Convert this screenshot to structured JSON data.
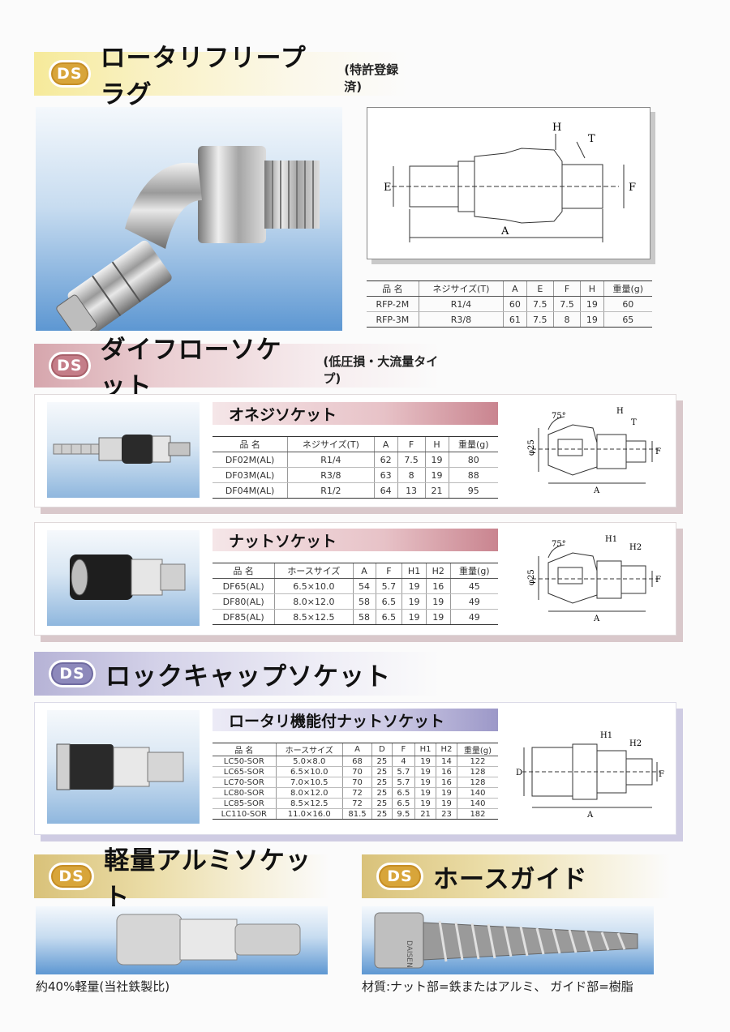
{
  "sections": {
    "rotary_free_plug": {
      "logo": "DS",
      "title": "ロータリフリープラグ",
      "subtitle": "(特許登録済)",
      "drawing_labels": {
        "h": "H",
        "t": "T",
        "e": "E",
        "f": "F",
        "a": "A"
      },
      "table": {
        "headers": [
          "品 名",
          "ネジサイズ(T)",
          "A",
          "E",
          "F",
          "H",
          "重量(g)"
        ],
        "rows": [
          [
            "RFP-2M",
            "R1/4",
            "60",
            "7.5",
            "7.5",
            "19",
            "60"
          ],
          [
            "RFP-3M",
            "R3/8",
            "61",
            "7.5",
            "8",
            "19",
            "65"
          ]
        ]
      }
    },
    "daiflow_socket": {
      "logo": "DS",
      "title": "ダイフローソケット",
      "subtitle": "(低圧損・大流量タイプ)",
      "male_thread": {
        "title": "オネジソケット",
        "drawing_labels": {
          "angle": "75°",
          "h": "H",
          "t": "T",
          "phi": "φ25",
          "f": "F",
          "a": "A"
        },
        "table": {
          "headers": [
            "品 名",
            "ネジサイズ(T)",
            "A",
            "F",
            "H",
            "重量(g)"
          ],
          "rows": [
            [
              "DF02M(AL)",
              "R1/4",
              "62",
              "7.5",
              "19",
              "80"
            ],
            [
              "DF03M(AL)",
              "R3/8",
              "63",
              "8",
              "19",
              "88"
            ],
            [
              "DF04M(AL)",
              "R1/2",
              "64",
              "13",
              "21",
              "95"
            ]
          ]
        }
      },
      "nut_socket": {
        "title": "ナットソケット",
        "drawing_labels": {
          "angle": "75°",
          "h1": "H1",
          "h2": "H2",
          "phi": "φ25",
          "f": "F",
          "a": "A"
        },
        "table": {
          "headers": [
            "品 名",
            "ホースサイズ",
            "A",
            "F",
            "H1",
            "H2",
            "重量(g)"
          ],
          "rows": [
            [
              "DF65(AL)",
              "6.5×10.0",
              "54",
              "5.7",
              "19",
              "16",
              "45"
            ],
            [
              "DF80(AL)",
              "8.0×12.0",
              "58",
              "6.5",
              "19",
              "19",
              "49"
            ],
            [
              "DF85(AL)",
              "8.5×12.5",
              "58",
              "6.5",
              "19",
              "19",
              "49"
            ]
          ]
        }
      }
    },
    "lock_cap_socket": {
      "logo": "DS",
      "title": "ロックキャップソケット",
      "rotary_nut": {
        "title": "ロータリ機能付ナットソケット",
        "drawing_labels": {
          "h1": "H1",
          "h2": "H2",
          "d": "D",
          "f": "F",
          "a": "A"
        },
        "table": {
          "headers": [
            "品 名",
            "ホースサイズ",
            "A",
            "D",
            "F",
            "H1",
            "H2",
            "重量(g)"
          ],
          "rows": [
            [
              "LC50-SOR",
              "5.0×8.0",
              "68",
              "25",
              "4",
              "19",
              "14",
              "122"
            ],
            [
              "LC65-SOR",
              "6.5×10.0",
              "70",
              "25",
              "5.7",
              "19",
              "16",
              "128"
            ],
            [
              "LC70-SOR",
              "7.0×10.5",
              "70",
              "25",
              "5.7",
              "19",
              "16",
              "128"
            ],
            [
              "LC80-SOR",
              "8.0×12.0",
              "72",
              "25",
              "6.5",
              "19",
              "19",
              "140"
            ],
            [
              "LC85-SOR",
              "8.5×12.5",
              "72",
              "25",
              "6.5",
              "19",
              "19",
              "140"
            ],
            [
              "LC110-SOR",
              "11.0×16.0",
              "81.5",
              "25",
              "9.5",
              "21",
              "23",
              "182"
            ]
          ]
        }
      }
    },
    "light_alumi_socket": {
      "logo": "DS",
      "title": "軽量アルミソケット",
      "caption": "約40%軽量(当社鉄製比)"
    },
    "hose_guide": {
      "logo": "DS",
      "title": "ホースガイド",
      "caption": "材質:ナット部=鉄またはアルミ、 ガイド部=樹脂",
      "brand_mark": "DAISEN"
    }
  },
  "colors": {
    "yellow_header": "#f6ea9a",
    "pink_header": "#d6a6ad",
    "purple_header": "#b6b3d6",
    "photo_blue": "#5d97d2"
  }
}
